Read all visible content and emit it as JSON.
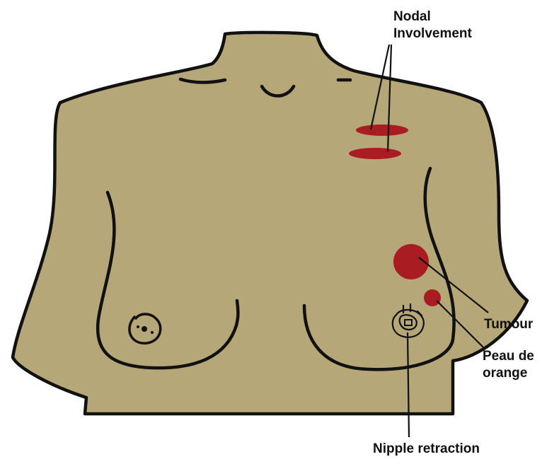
{
  "labels": {
    "nodal_line1": "Nodal",
    "nodal_line2": "Involvement",
    "tumour": "Tumour",
    "peau_line1": "Peau de",
    "peau_line2": "orange",
    "nipple_retraction": "Nipple retraction"
  },
  "colors": {
    "skin": "#b5a777",
    "outline": "#111111",
    "lesion": "#a81c22",
    "background": "#ffffff"
  }
}
